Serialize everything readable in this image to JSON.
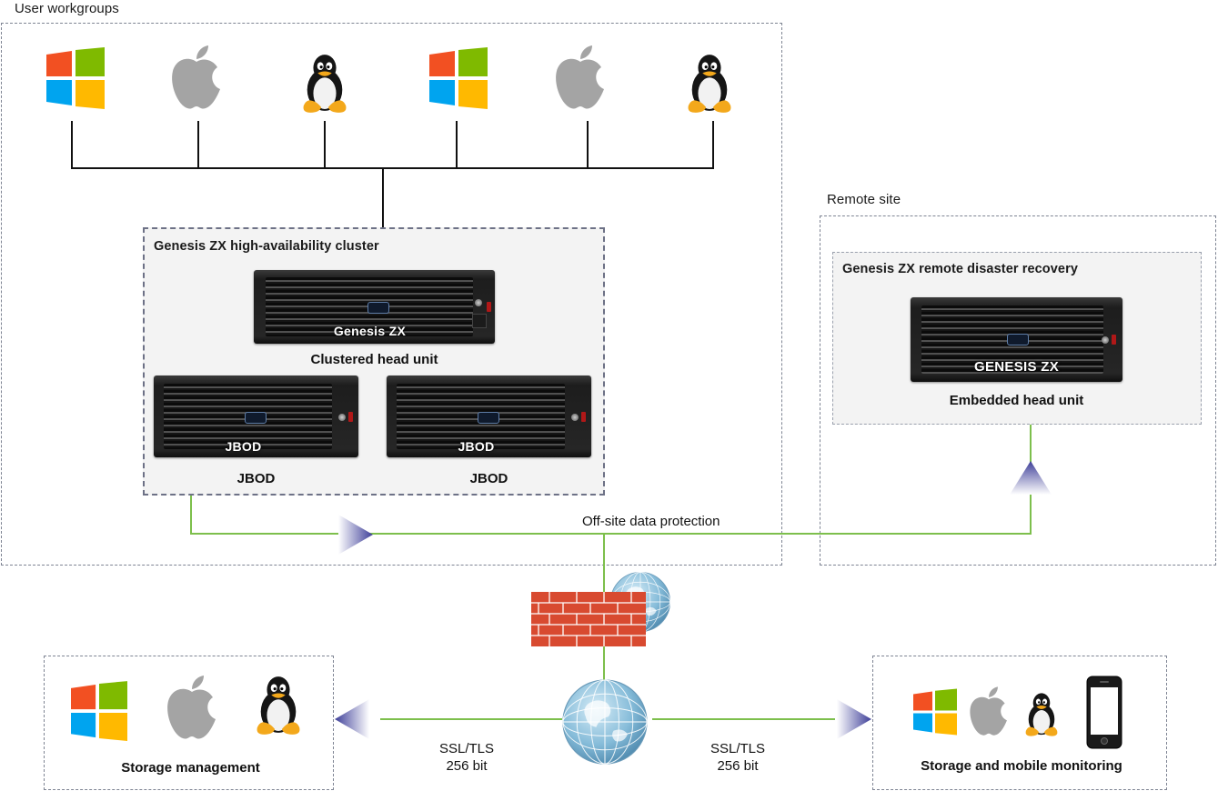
{
  "user_workgroups": {
    "title": "User workgroups",
    "clients": [
      "windows-icon",
      "apple-icon",
      "linux-icon",
      "windows-icon",
      "apple-icon",
      "linux-icon"
    ]
  },
  "cluster": {
    "title": "Genesis ZX high-availability cluster",
    "head_unit": {
      "face_text": "Genesis ZX",
      "label": "Clustered head unit"
    },
    "jbods": [
      {
        "face_text": "JBOD",
        "label": "JBOD"
      },
      {
        "face_text": "JBOD",
        "label": "JBOD"
      }
    ]
  },
  "remote_site": {
    "title": "Remote site",
    "inner_title": "Genesis ZX remote disaster recovery",
    "head_unit": {
      "face_text": "GENESIS ZX",
      "label": "Embedded head unit"
    }
  },
  "offsite_label": "Off-site data protection",
  "storage_management": {
    "label": "Storage management"
  },
  "monitoring": {
    "label": "Storage and mobile monitoring"
  },
  "ssl_left": {
    "line1": "SSL/TLS",
    "line2": "256 bit"
  },
  "ssl_right": {
    "line1": "SSL/TLS",
    "line2": "256 bit"
  },
  "colors": {
    "link_green": "#7dbf4c",
    "win_red": "#f25022",
    "win_green": "#7fba00",
    "win_blue": "#00a4ef",
    "win_yellow": "#ffb900",
    "firewall_red": "#d84a30"
  }
}
